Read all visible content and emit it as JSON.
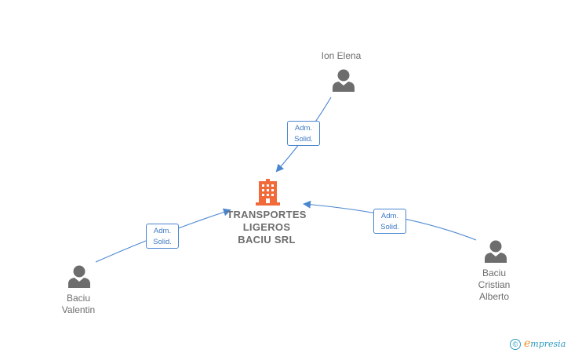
{
  "company": {
    "name_lines": [
      "TRANSPORTES",
      "LIGEROS",
      "BACIU SRL"
    ],
    "icon": "building-icon",
    "color": "#f06a3a"
  },
  "people": [
    {
      "id": "ion-elena",
      "label": "Ion Elena",
      "icon": "person-icon"
    },
    {
      "id": "baciu-valentin",
      "label": "Baciu\nValentin",
      "icon": "person-icon"
    },
    {
      "id": "baciu-cristian-alberto",
      "label": "Baciu\nCristian\nAlberto",
      "icon": "person-icon"
    }
  ],
  "edges": [
    {
      "from": "ion-elena",
      "role_lines": [
        "Adm.",
        "Solid."
      ]
    },
    {
      "from": "baciu-valentin",
      "role_lines": [
        "Adm.",
        "Solid."
      ]
    },
    {
      "from": "baciu-cristian-alberto",
      "role_lines": [
        "Adm.",
        "Solid."
      ]
    }
  ],
  "colors": {
    "edge": "#4a86d0",
    "person_icon": "#6d6d6d",
    "label_text": "#6d6d6d"
  },
  "watermark": {
    "copyright_symbol": "©",
    "brand_initial": "e",
    "brand_rest": "mpresia"
  }
}
